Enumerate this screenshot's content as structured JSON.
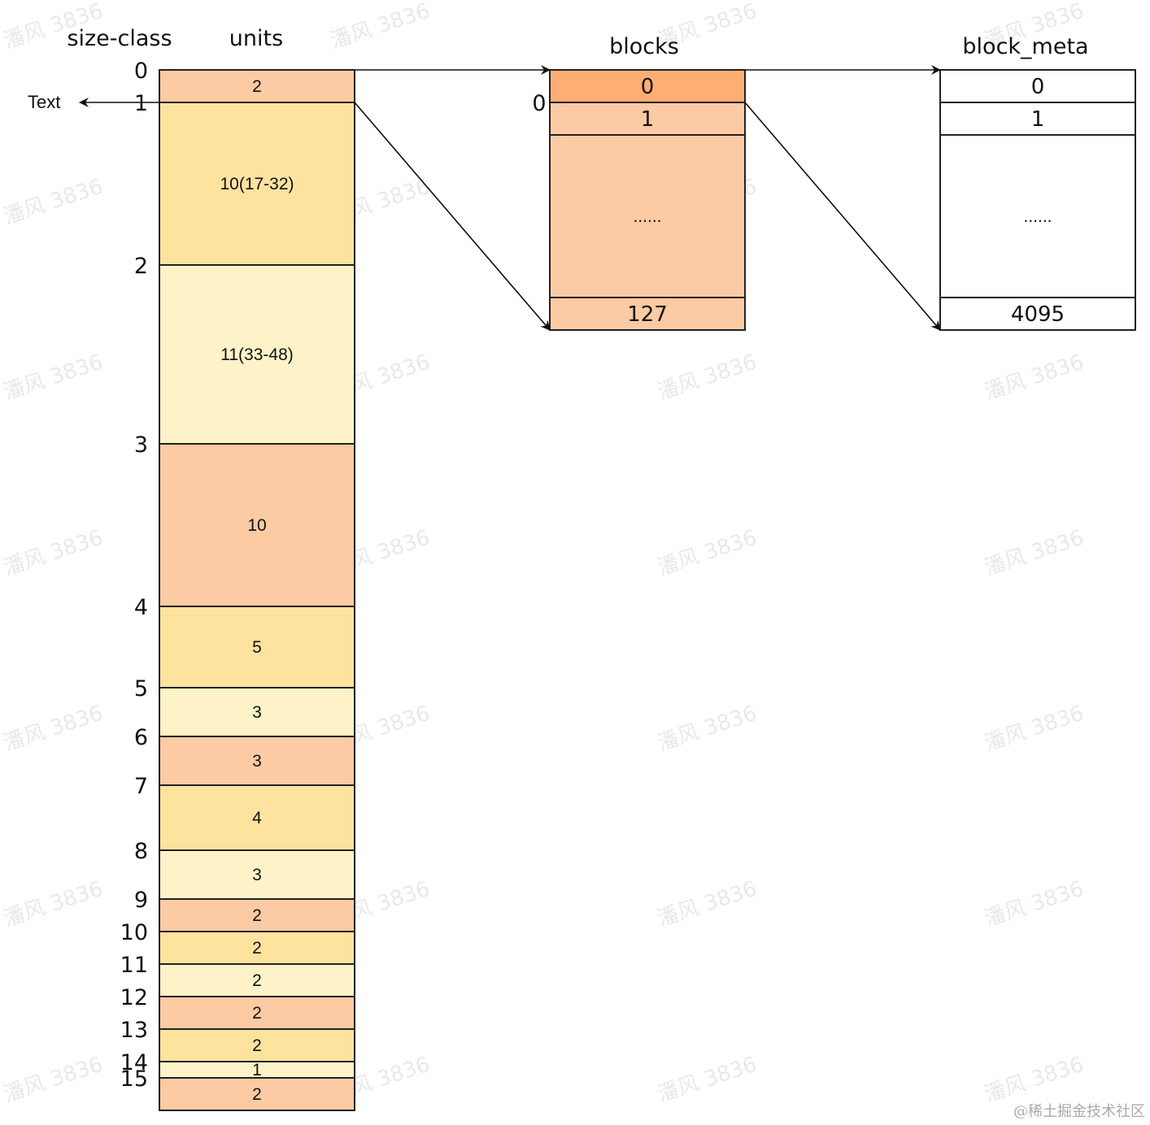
{
  "headers": {
    "size_class": "size-class",
    "units": "units",
    "blocks": "blocks",
    "block_meta": "block_meta"
  },
  "text_label": "Text",
  "size_classes": [
    {
      "label": "0",
      "units": "2",
      "rows": 1,
      "color": "#fccba3"
    },
    {
      "label": "1",
      "units": "10(17-32)",
      "rows": 5,
      "color": "#fde39e"
    },
    {
      "label": "2",
      "units": "11(33-48)",
      "rows": 5.5,
      "color": "#fef2c8"
    },
    {
      "label": "3",
      "units": "10",
      "rows": 5,
      "color": "#fccba3"
    },
    {
      "label": "4",
      "units": "5",
      "rows": 2.5,
      "color": "#fde39e"
    },
    {
      "label": "5",
      "units": "3",
      "rows": 1.5,
      "color": "#fef2c8"
    },
    {
      "label": "6",
      "units": "3",
      "rows": 1.5,
      "color": "#fccba3"
    },
    {
      "label": "7",
      "units": "4",
      "rows": 2,
      "color": "#fde39e"
    },
    {
      "label": "8",
      "units": "3",
      "rows": 1.5,
      "color": "#fef2c8"
    },
    {
      "label": "9",
      "units": "2",
      "rows": 1,
      "color": "#fccba3"
    },
    {
      "label": "10",
      "units": "2",
      "rows": 1,
      "color": "#fde39e"
    },
    {
      "label": "11",
      "units": "2",
      "rows": 1,
      "color": "#fef2c8"
    },
    {
      "label": "12",
      "units": "2",
      "rows": 1,
      "color": "#fccba3"
    },
    {
      "label": "13",
      "units": "2",
      "rows": 1,
      "color": "#fde39e"
    },
    {
      "label": "14",
      "units": "1",
      "rows": 0.5,
      "color": "#fef2c8"
    },
    {
      "label": "15",
      "units": "2",
      "rows": 1,
      "color": "#fccba3"
    }
  ],
  "blocks": {
    "index_label": "0",
    "cells": [
      "0",
      "1",
      "......",
      "127"
    ],
    "cell_colors": [
      "#fdae74",
      "#fccba3",
      "#fccba3",
      "#fccba3"
    ]
  },
  "block_meta": {
    "cells": [
      "0",
      "1",
      "......",
      "4095"
    ]
  },
  "watermark": "潘风 3836",
  "credit": "@稀土掘金技术社区",
  "colors": {
    "peach": "#fccba3",
    "yellow": "#fde39e",
    "cream": "#fef2c8",
    "orange": "#fdae74",
    "stroke": "#222222"
  }
}
